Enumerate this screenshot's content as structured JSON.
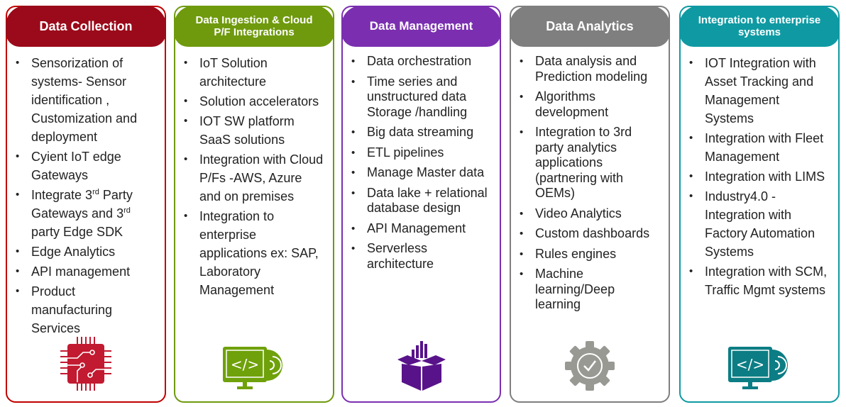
{
  "columns": [
    {
      "title": "Data Collection",
      "color": "#9b0a1a",
      "border": "#c00000",
      "icon": "circuit-chip-icon",
      "items": [
        [
          {
            "t": "Sensorization of\nsystems- Sensor\nidentification ,\nCustomization and\ndeployment"
          }
        ],
        [
          {
            "t": "Cyient IoT edge\nGateways"
          }
        ],
        [
          {
            "t": "Integrate 3"
          },
          {
            "t": "rd",
            "sup": true
          },
          {
            "t": " Party\nGateways and 3"
          },
          {
            "t": "rd",
            "sup": true
          },
          {
            "t": "\nparty Edge SDK"
          }
        ],
        [
          {
            "t": "Edge Analytics"
          }
        ],
        [
          {
            "t": "API management"
          }
        ],
        [
          {
            "t": "Product\nmanufacturing\nServices"
          }
        ]
      ]
    },
    {
      "title": "Data Ingestion & Cloud\nP/F Integrations",
      "color": "#6f9a0e",
      "border": "#6f9a0e",
      "icon": "code-monitor-icon",
      "items": [
        [
          {
            "t": "IoT Solution\narchitecture"
          }
        ],
        [
          {
            "t": "Solution accelerators"
          }
        ],
        [
          {
            "t": "IOT SW platform\nSaaS solutions"
          }
        ],
        [
          {
            "t": "Integration with Cloud\nP/Fs -AWS, Azure\nand on premises"
          }
        ],
        [
          {
            "t": "Integration to\nenterprise\napplications ex: SAP,\nLaboratory\nManagement"
          }
        ]
      ]
    },
    {
      "title": "Data Management",
      "color": "#7b2fb0",
      "border": "#7b2fb0",
      "icon": "data-box-icon",
      "items": [
        [
          {
            "t": "Data orchestration"
          }
        ],
        [
          {
            "t": "Time series and\nunstructured data\nStorage /handling"
          }
        ],
        [
          {
            "t": "Big data streaming"
          }
        ],
        [
          {
            "t": "ETL pipelines"
          }
        ],
        [
          {
            "t": "Manage Master data"
          }
        ],
        [
          {
            "t": "Data lake + relational\ndatabase design"
          }
        ],
        [
          {
            "t": "API Management"
          }
        ],
        [
          {
            "t": "Serverless\narchitecture"
          }
        ]
      ]
    },
    {
      "title": "Data Analytics",
      "color": "#7f7f7f",
      "border": "#7f7f7f",
      "icon": "gear-check-icon",
      "items": [
        [
          {
            "t": "Data  analysis and\nPrediction modeling"
          }
        ],
        [
          {
            "t": "Algorithms\ndevelopment"
          }
        ],
        [
          {
            "t": "Integration to 3rd\nparty analytics\napplications\n(partnering with\nOEMs)"
          }
        ],
        [
          {
            "t": "Video Analytics"
          }
        ],
        [
          {
            "t": "Custom dashboards"
          }
        ],
        [
          {
            "t": "Rules engines"
          }
        ],
        [
          {
            "t": "Machine\nlearning/Deep\nlearning"
          }
        ]
      ]
    },
    {
      "title": "Integration to enterprise\nsystems",
      "color": "#0f9aa3",
      "border": "#0f9aa3",
      "icon": "code-monitor-icon",
      "items": [
        [
          {
            "t": "IOT Integration with\nAsset Tracking and\nManagement\nSystems"
          }
        ],
        [
          {
            "t": "Integration with Fleet\nManagement"
          }
        ],
        [
          {
            "t": "Integration with LIMS"
          }
        ],
        [
          {
            "t": "Industry4.0 -\nIntegration with\nFactory Automation\nSystems"
          }
        ],
        [
          {
            "t": "Integration with SCM,\nTraffic Mgmt systems"
          }
        ]
      ]
    }
  ]
}
